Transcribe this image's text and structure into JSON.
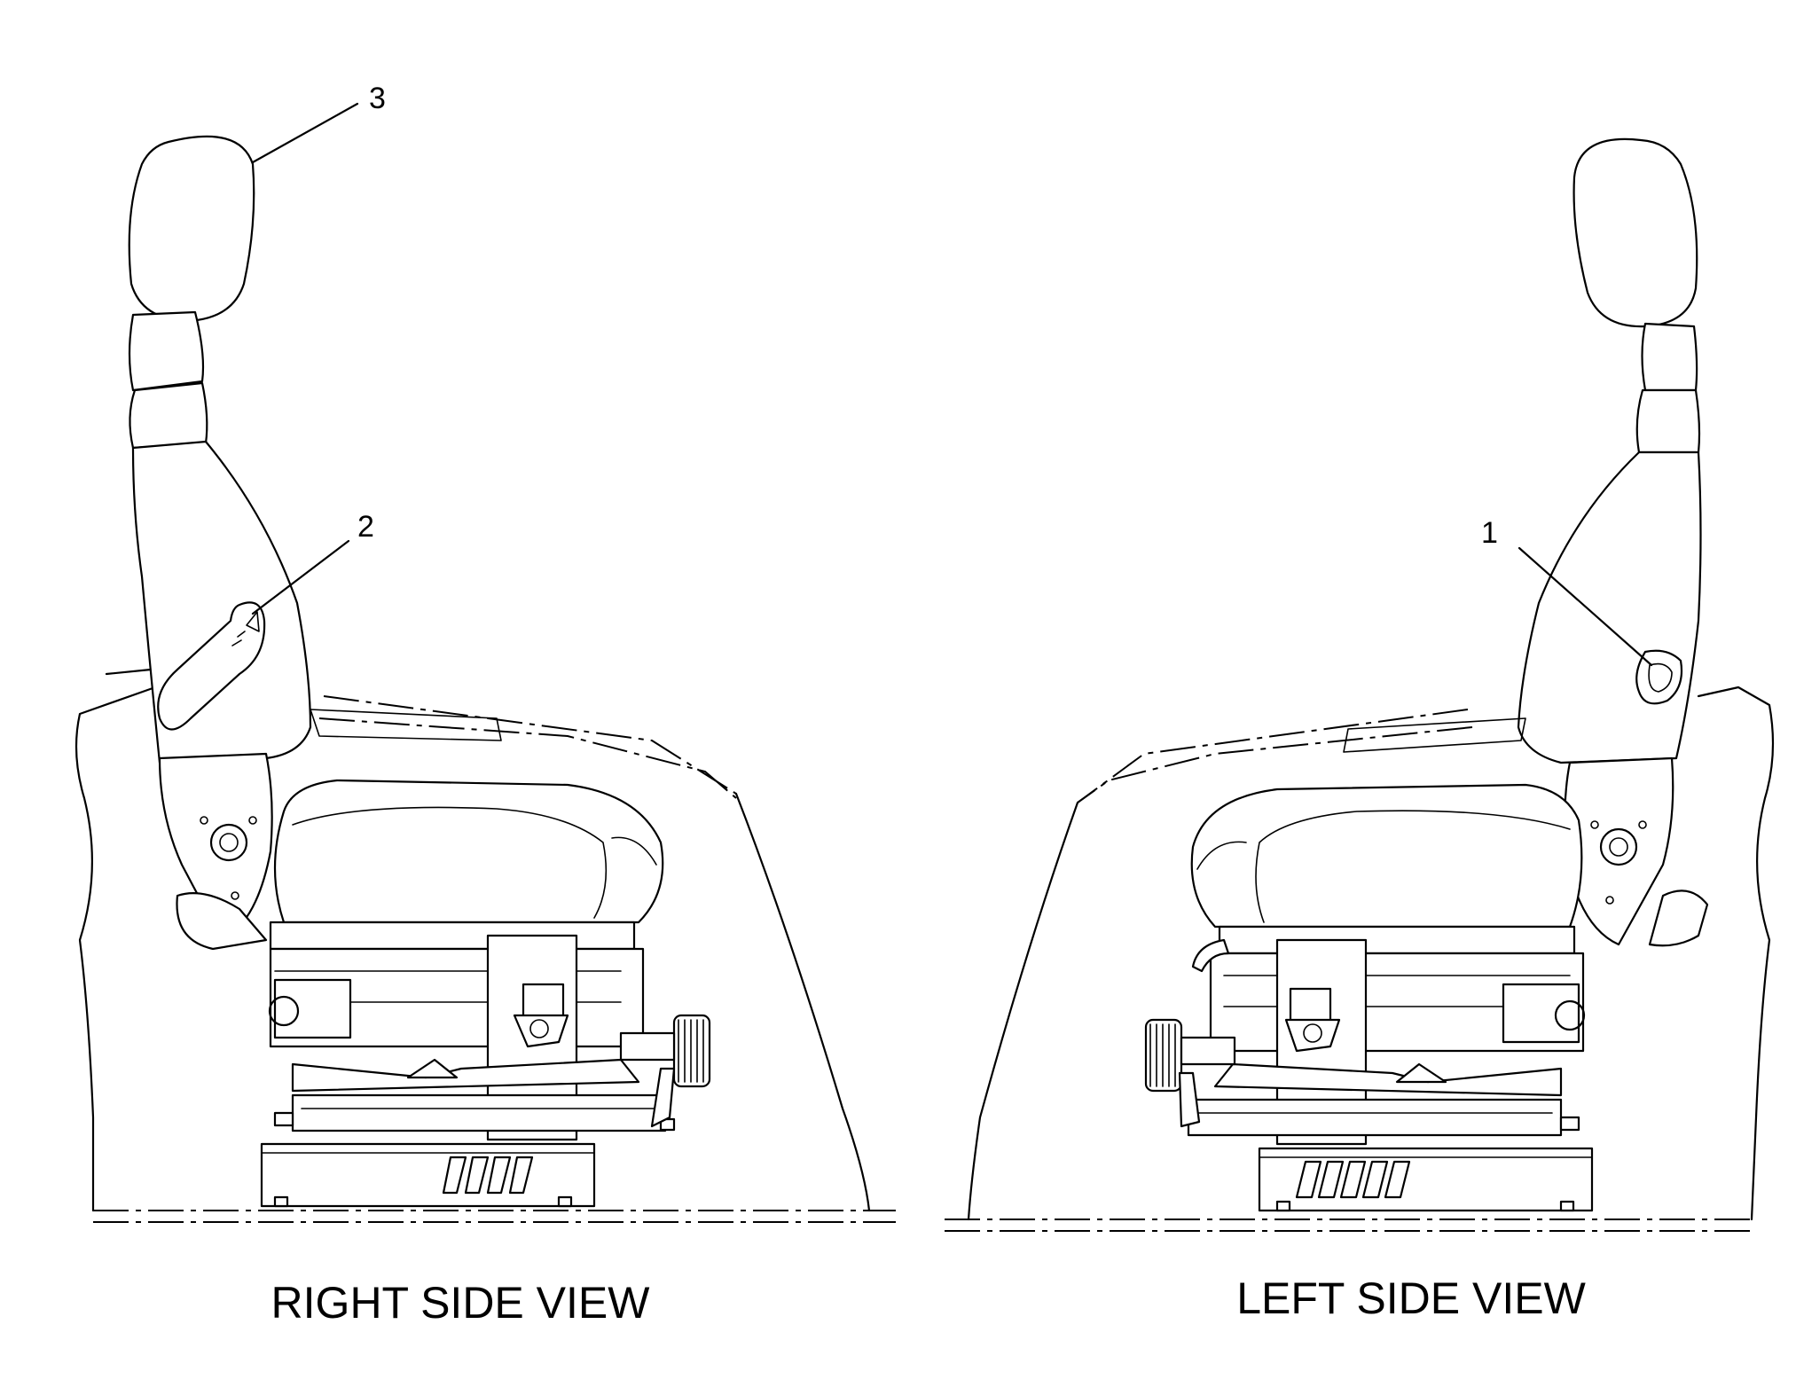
{
  "views": [
    {
      "id": "right",
      "title": "RIGHT SIDE VIEW"
    },
    {
      "id": "left",
      "title": "LEFT SIDE VIEW"
    }
  ],
  "callouts": [
    {
      "id": "1",
      "label": "1",
      "points_to": "backrest recline handle (left side)"
    },
    {
      "id": "2",
      "label": "2",
      "points_to": "lumbar support lever (right side)"
    },
    {
      "id": "3",
      "label": "3",
      "points_to": "headrest"
    }
  ]
}
